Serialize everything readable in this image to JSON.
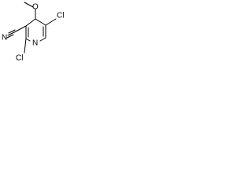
{
  "structure": {
    "atoms": {
      "methoxy_carbon": "",
      "methoxy_oxygen": "O",
      "ring_nitrogen": "N",
      "nitrile_nitrogen": "N",
      "chloro_right": "Cl",
      "chloro_bottom": "Cl"
    },
    "colors": {
      "bond": "#000000",
      "label": "#000000",
      "background": "#ffffff"
    }
  }
}
